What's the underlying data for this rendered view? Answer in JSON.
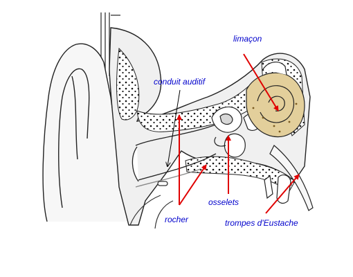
{
  "labels": {
    "conduit": "conduit auditif",
    "limacon": "limaçon",
    "osselets": "osselets",
    "rocher": "rocher",
    "trompes": "trompes d'Eustache"
  },
  "colors": {
    "label": "#0000cc",
    "arrow": "#e00000",
    "pointer": "#000000",
    "bone_fill": "#f0f0f0",
    "cochlea_fill": "#e3cf9b",
    "outline": "#222222"
  }
}
